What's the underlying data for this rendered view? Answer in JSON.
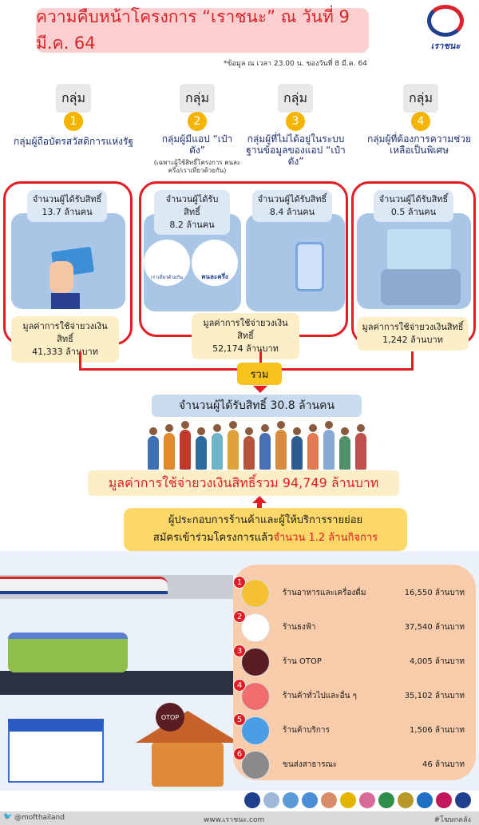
{
  "header": {
    "title": "ความคืบหน้าโครงการ “เราชนะ” ณ วันที่ 9 มี.ค. 64",
    "logo_text": "เราชนะ",
    "note": "*ข้อมูล ณ เวลา 23.00 น. ของวันที่ 8 มี.ค. 64"
  },
  "groups": [
    {
      "label": "กลุ่ม",
      "number": "1",
      "title": "กลุ่มผู้ถือบัตรสวัสดิการแห่งรัฐ",
      "beneficiary_label": "จำนวนผู้ได้รับสิทธิ์",
      "beneficiaries": "13.7 ล้านคน"
    },
    {
      "label": "กลุ่ม",
      "number": "2",
      "title": "กลุ่มผู้มีแอป “เป๋าตัง”",
      "subtitle": "(เฉพาะผู้ใช้สิทธิ์โครงการ คนละครึ่ง/เราเที่ยวด้วยกัน)",
      "beneficiary_label": "จำนวนผู้ได้รับสิทธิ์",
      "beneficiaries": "8.2 ล้านคน",
      "logo1": "เราเที่ยวด้วยกัน",
      "logo2": "คนละครึ่ง"
    },
    {
      "label": "กลุ่ม",
      "number": "3",
      "title": "กลุ่มผู้ที่ไม่ได้อยู่ในระบบฐานข้อมูลของแอป “เป๋าตัง”",
      "beneficiary_label": "จำนวนผู้ได้รับสิทธิ์",
      "beneficiaries": "8.4 ล้านคน"
    },
    {
      "label": "กลุ่ม",
      "number": "4",
      "title": "กลุ่มผู้ที่ต้องการความช่วยเหลือเป็นพิเศษ",
      "beneficiary_label": "จำนวนผู้ได้รับสิทธิ์",
      "beneficiaries": "0.5 ล้านคน"
    }
  ],
  "spending": [
    {
      "label": "มูลค่าการใช้จ่ายวงเงินสิทธิ์",
      "value": "41,333 ล้านบาท"
    },
    {
      "label": "มูลค่าการใช้จ่ายวงเงินสิทธิ์",
      "value": "52,174 ล้านบาท"
    },
    {
      "label": "มูลค่าการใช้จ่ายวงเงินสิทธิ์",
      "value": "1,242 ล้านบาท"
    }
  ],
  "summary": {
    "total_label": "รวม",
    "total_beneficiaries": "จำนวนผู้ได้รับสิทธิ์ 30.8 ล้านคน",
    "total_spending": "มูลค่าการใช้จ่ายวงเงินสิทธิ์รวม 94,749 ล้านบาท",
    "merchants_line1": "ผู้ประกอบการร้านค้าและผู้ให้บริการรายย่อย",
    "merchants_line2": "สมัครเข้าร่วมโครงการแล้ว",
    "merchants_count": "จำนวน 1.2 ล้านกิจการ"
  },
  "shops": [
    {
      "number": "1",
      "name": "ร้านอาหารและเครื่องดื่ม",
      "value": "16,550 ล้านบาท",
      "color": "#f6c233"
    },
    {
      "number": "2",
      "name": "ร้านธงฟ้า",
      "value": "37,540 ล้านบาท",
      "color": "#ffffff"
    },
    {
      "number": "3",
      "name": "ร้าน OTOP",
      "value": "4,005 ล้านบาท",
      "color": "#5a1e22"
    },
    {
      "number": "4",
      "name": "ร้านค้าทั่วไปและอื่น ๆ",
      "value": "35,102 ล้านบาท",
      "color": "#f06e6e"
    },
    {
      "number": "5",
      "name": "ร้านค้าบริการ",
      "value": "1,506 ล้านบาท",
      "color": "#4a9ee8"
    },
    {
      "number": "6",
      "name": "ขนส่งสาธารณะ",
      "value": "46 ล้านบาท",
      "color": "#8a8a8a"
    }
  ],
  "footer": {
    "twitter": "@mofthailand",
    "website": "www.เราชนะ.com",
    "hashtag": "#โฆษกคลัง",
    "otop_text": "OTOP"
  }
}
